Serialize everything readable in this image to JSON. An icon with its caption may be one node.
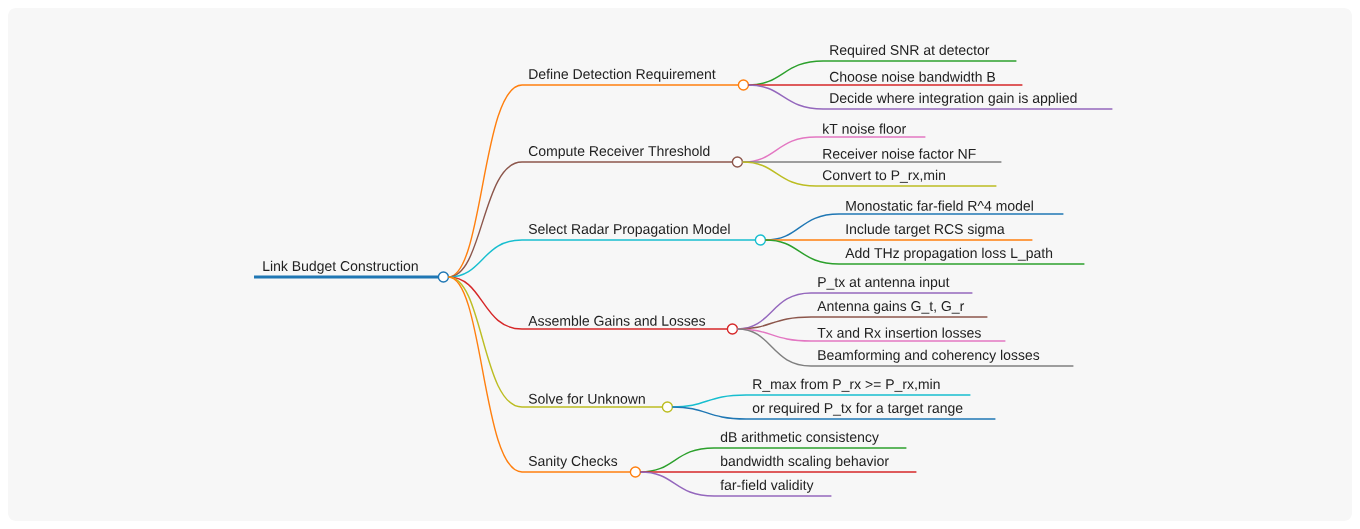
{
  "diagram": {
    "nodes": [
      {
        "text": [
          "Link Budget Construction"
        ]
      },
      {
        "text": [
          "Define Detection Requirement"
        ]
      },
      {
        "text": [
          "Required SNR at detector"
        ]
      },
      {
        "text": [
          "Choose noise bandwidth B"
        ]
      },
      {
        "text": [
          "Decide where integration gain is applied"
        ]
      },
      {
        "text": [
          "Compute Receiver Threshold"
        ]
      },
      {
        "text": [
          "kT noise floor"
        ]
      },
      {
        "text": [
          "Receiver noise factor NF"
        ]
      },
      {
        "text": [
          "Convert to P_rx,min"
        ]
      },
      {
        "text": [
          "Select Radar Propagation Model"
        ]
      },
      {
        "text": [
          "Monostatic far-field R^4 model"
        ]
      },
      {
        "text": [
          "Include target RCS sigma"
        ]
      },
      {
        "text": [
          "Add THz propagation loss L_path"
        ]
      },
      {
        "text": [
          "Assemble Gains and Losses"
        ]
      },
      {
        "text": [
          "P_tx at antenna input"
        ]
      },
      {
        "text": [
          "Antenna gains G_t, G_r"
        ]
      },
      {
        "text": [
          "Tx and Rx insertion losses"
        ]
      },
      {
        "text": [
          "Beamforming and coherency losses"
        ]
      },
      {
        "text": [
          "Solve for Unknown"
        ]
      },
      {
        "text": [
          "R_max from P_rx >= P_rx,min"
        ]
      },
      {
        "text": [
          "or required P_tx for a target range"
        ]
      },
      {
        "text": [
          "Sanity Checks"
        ]
      },
      {
        "text": [
          "dB arithmetic consistency"
        ]
      },
      {
        "text": [
          "bandwidth scaling behavior"
        ]
      },
      {
        "text": [
          "far-field validity"
        ]
      }
    ],
    "edges": [
      {
        "from": 0,
        "to": 1,
        "arrow": "none",
        "color": "#ff7f0e"
      },
      {
        "from": 1,
        "to": 2,
        "arrow": "none",
        "color": "#2ca02c"
      },
      {
        "from": 1,
        "to": 3,
        "arrow": "none",
        "color": "#d62728"
      },
      {
        "from": 1,
        "to": 4,
        "arrow": "none",
        "color": "#9467bd"
      },
      {
        "from": 0,
        "to": 5,
        "arrow": "none",
        "color": "#8c564b"
      },
      {
        "from": 5,
        "to": 6,
        "arrow": "none",
        "color": "#e377c2"
      },
      {
        "from": 5,
        "to": 7,
        "arrow": "none",
        "color": "#7f7f7f"
      },
      {
        "from": 5,
        "to": 8,
        "arrow": "none",
        "color": "#bcbd22"
      },
      {
        "from": 0,
        "to": 9,
        "arrow": "none",
        "color": "#17becf"
      },
      {
        "from": 9,
        "to": 10,
        "arrow": "none",
        "color": "#1f77b4"
      },
      {
        "from": 9,
        "to": 11,
        "arrow": "none",
        "color": "#ff7f0e"
      },
      {
        "from": 9,
        "to": 12,
        "arrow": "none",
        "color": "#2ca02c"
      },
      {
        "from": 0,
        "to": 13,
        "arrow": "none",
        "color": "#d62728"
      },
      {
        "from": 13,
        "to": 14,
        "arrow": "none",
        "color": "#9467bd"
      },
      {
        "from": 13,
        "to": 15,
        "arrow": "none",
        "color": "#8c564b"
      },
      {
        "from": 13,
        "to": 16,
        "arrow": "none",
        "color": "#e377c2"
      },
      {
        "from": 13,
        "to": 17,
        "arrow": "none",
        "color": "#7f7f7f"
      },
      {
        "from": 0,
        "to": 18,
        "arrow": "none",
        "color": "#bcbd22"
      },
      {
        "from": 18,
        "to": 19,
        "arrow": "none",
        "color": "#17becf"
      },
      {
        "from": 18,
        "to": 20,
        "arrow": "none",
        "color": "#1f77b4"
      },
      {
        "from": 0,
        "to": 21,
        "arrow": "none",
        "color": "#ff7f0e"
      },
      {
        "from": 21,
        "to": 22,
        "arrow": "none",
        "color": "#2ca02c"
      },
      {
        "from": 21,
        "to": 23,
        "arrow": "none",
        "color": "#d62728"
      },
      {
        "from": 21,
        "to": 24,
        "arrow": "none",
        "color": "#9467bd"
      }
    ]
  }
}
